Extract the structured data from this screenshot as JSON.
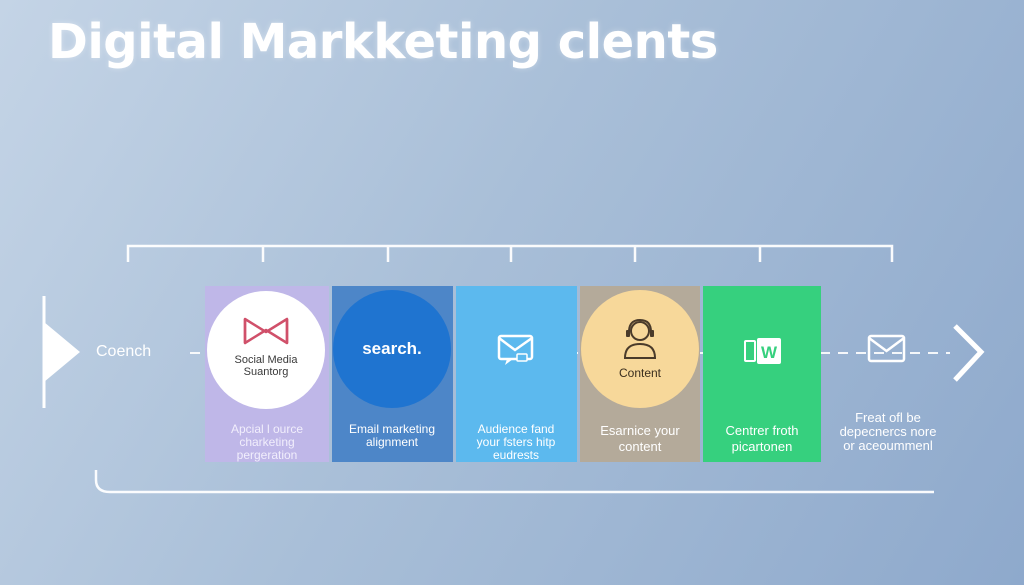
{
  "title": "Digital Markketing clents",
  "start_label": "Coench",
  "colors": {
    "purple": "#bfb7e8",
    "blue": "#4d86c8",
    "sky": "#5cb9ee",
    "taupe": "#b4aa9a",
    "green": "#36d07e",
    "circle_blue": "#1f74d0",
    "circle_yellow": "#f7d89a",
    "ribbon_red": "#d0506a"
  },
  "steps": [
    {
      "icon": "ribbon-icon",
      "circle_text": [
        "Social Media",
        "Suantorg"
      ],
      "caption": [
        "Apcial l ource",
        "charketing",
        "pergeration"
      ]
    },
    {
      "icon": "",
      "circle_text": [
        "search."
      ],
      "caption": [
        "Email marketing",
        "alignment"
      ]
    },
    {
      "icon": "email-chat-icon",
      "circle_text": [],
      "caption": [
        "Audience fand",
        "your fsters hitp",
        "eudrests"
      ]
    },
    {
      "icon": "person-headset-icon",
      "circle_text": [
        "Content"
      ],
      "caption": [
        "Esarnice your",
        "content"
      ]
    },
    {
      "icon": "word-document-icon",
      "circle_text": [],
      "caption": [
        "Centrer froth",
        "picartonen"
      ]
    },
    {
      "icon": "envelope-icon",
      "circle_text": [],
      "caption": [
        "Freat ofl be",
        "depecnercs nore",
        "or aceoummenl"
      ]
    }
  ]
}
